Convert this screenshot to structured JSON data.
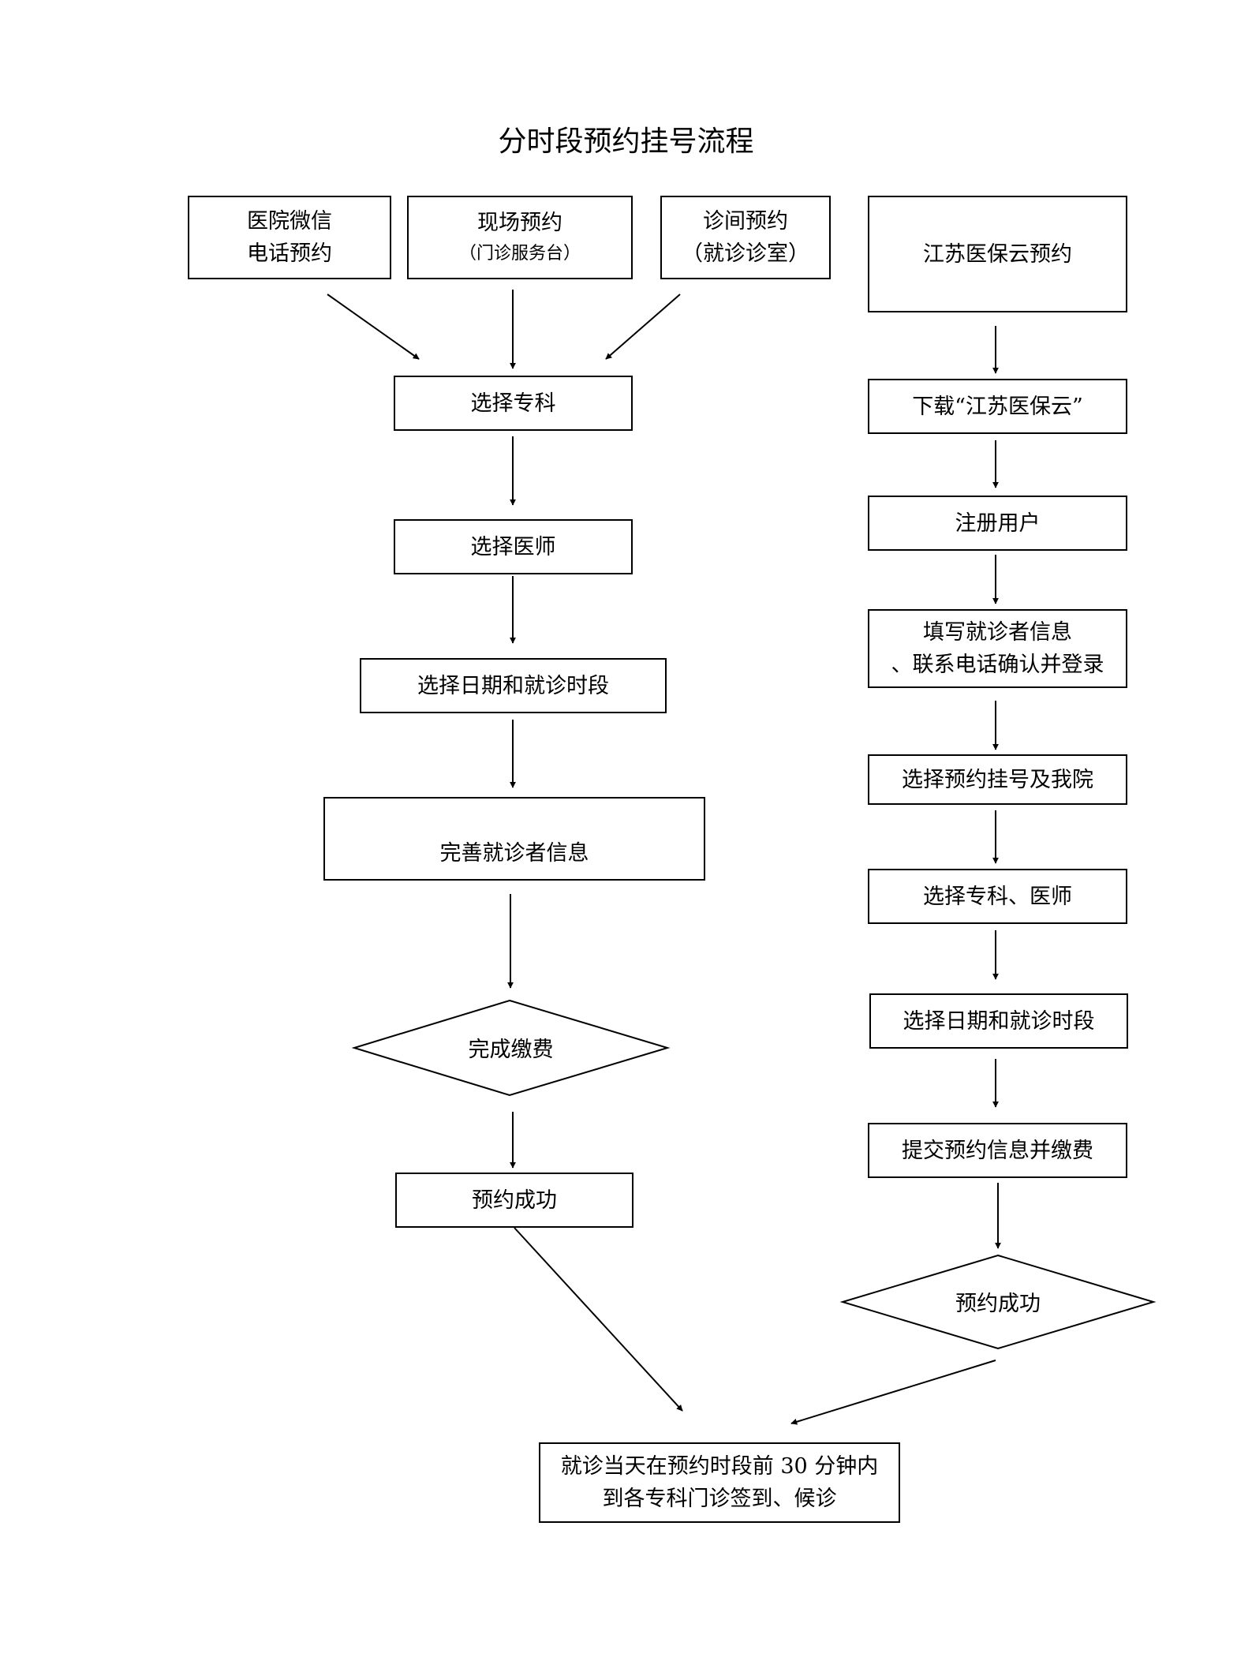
{
  "title": "分时段预约挂号流程",
  "left_flow": {
    "sources": [
      {
        "line1": "医院微信",
        "line2": "电话预约"
      },
      {
        "line1": "现场预约",
        "line2": "（门诊服务台）"
      },
      {
        "line1": "诊间预约",
        "line2": "（就诊诊室）"
      }
    ],
    "steps": [
      "选择专科",
      "选择医师",
      "选择日期和就诊时段",
      "完善就诊者信息"
    ],
    "decision": "完成缴费",
    "result": "预约成功"
  },
  "right_flow": {
    "start": "江苏医保云预约",
    "steps": [
      "下载“江苏医保云”",
      "注册用户",
      "填写就诊者信息",
      "、联系电话确认并登录",
      "选择预约挂号及我院",
      "选择专科、医师",
      "选择日期和就诊时段",
      "提交预约信息并缴费"
    ],
    "decision": "预约成功"
  },
  "final": {
    "line1": "就诊当天在预约时段前 30 分钟内",
    "line2": "到各专科门诊签到、候诊"
  }
}
